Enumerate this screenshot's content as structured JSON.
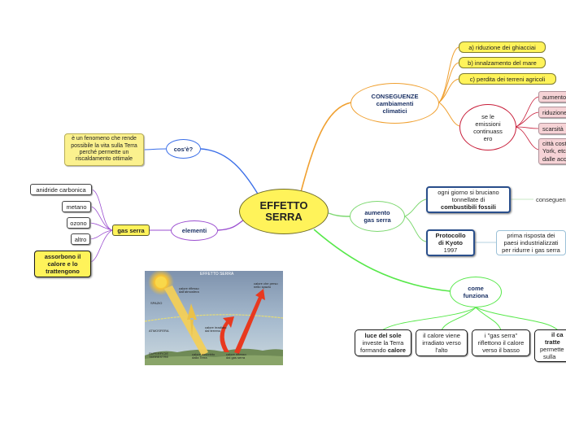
{
  "central": {
    "line1": "EFFETTO",
    "line2": "SERRA"
  },
  "conseguenze": {
    "title_line1": "CONSEGUENZE",
    "title_line2": "cambiamenti",
    "title_line3": "climatici",
    "items": [
      "a) riduzione dei ghiacciai",
      "b) innalzamento del mare",
      "c) perdita dei terreni agricoli"
    ],
    "emissioni": {
      "line1": "se le",
      "line2": "emissioni",
      "line3": "continuass",
      "line4": "ero"
    },
    "effects": [
      "aumento",
      "riduzione",
      "scarsità",
      "città cost\nYork, etc\ndalle acq"
    ]
  },
  "cose": {
    "label": "cos'è?",
    "definition": "è un fenomeno che rende possibile la vita sulla Terra perché permette un riscaldamento ottimale"
  },
  "elementi": {
    "label": "elementi",
    "gas_serra": "gas serra",
    "gases": [
      "anidride carbonica",
      "metano",
      "ozono",
      "altro"
    ],
    "absorb": {
      "line1": "assorbono il",
      "line2": "calore e lo",
      "line3": "trattengono"
    }
  },
  "aumento": {
    "title_line1": "aumento",
    "title_line2": "gas serra",
    "combustibili": {
      "line1": "ogni giorno si bruciano",
      "line2": "tonnellate di",
      "line3_bold": "combustibili fossili"
    },
    "conseguen": "conseguen",
    "protocollo": {
      "line1": "Protocollo",
      "line2": "di Kyoto",
      "year": "1997"
    },
    "risposta": {
      "line1": "prima risposta dei",
      "line2": "paesi industrializzati",
      "line3": "per ridurre i gas serra"
    }
  },
  "come_funziona": {
    "title_line1": "come",
    "title_line2": "funziona",
    "steps": [
      {
        "bold1": "luce del sole",
        "line2": "investe la Terra",
        "line3a": "formando ",
        "bold3": "calore"
      },
      {
        "line1": "il calore viene",
        "line2": "irradiato verso",
        "line3": "l'alto"
      },
      {
        "line1": "i \"gas serra\"",
        "line2": "riflettono il calore",
        "line3": "verso il basso"
      },
      {
        "line1a": "il ca",
        "line2b": "tratte",
        "line3": "permette",
        "line4": "sulla"
      }
    ]
  },
  "illustration": {
    "title": "EFFETTO SERRA",
    "labels": {
      "spazio": "SPAZIO",
      "atmosfera": "ATMOSFERA",
      "superficie": "SUPERFICIE TERRESTRE",
      "riflesso": "calore riflesso dall'atmosfera",
      "perso": "calore che perso nello spazio",
      "irradiato": "calore irradiato dal terreno",
      "assorbito": "calore assorbito dalla Terra",
      "riflesso_gas": "calore riflesso dai gas serra"
    }
  },
  "colors": {
    "central": "#fff35a",
    "orange_branch": "#f0a030",
    "blue_branch": "#3a6ee8",
    "purple_branch": "#9b4fd0",
    "green_branch": "#57e84a",
    "red_branch": "#c81e3a"
  }
}
